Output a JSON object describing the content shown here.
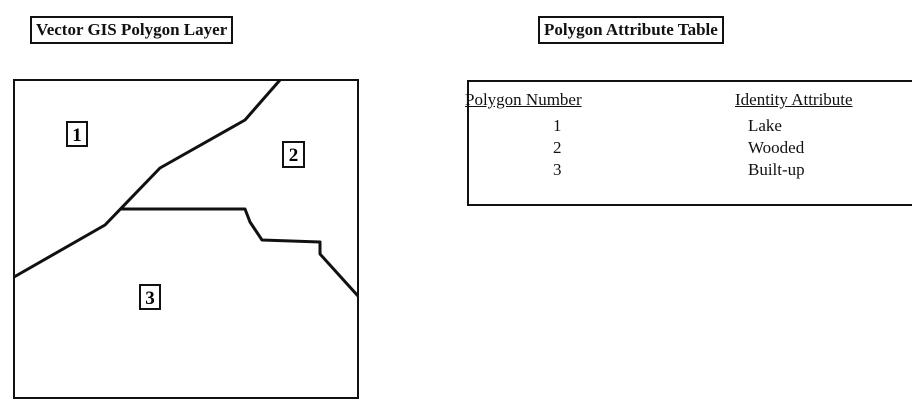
{
  "left_panel": {
    "title": "Vector GIS Polygon Layer",
    "polygon_labels": [
      "1",
      "2",
      "3"
    ]
  },
  "right_panel": {
    "title": "Polygon Attribute Table",
    "columns": [
      "Polygon Number",
      "Identity Attribute"
    ],
    "rows": [
      {
        "number": "1",
        "attribute": "Lake"
      },
      {
        "number": "2",
        "attribute": "Wooded"
      },
      {
        "number": "3",
        "attribute": "Built-up"
      }
    ]
  },
  "colors": {
    "ink": "#111111",
    "background": "#ffffff"
  }
}
